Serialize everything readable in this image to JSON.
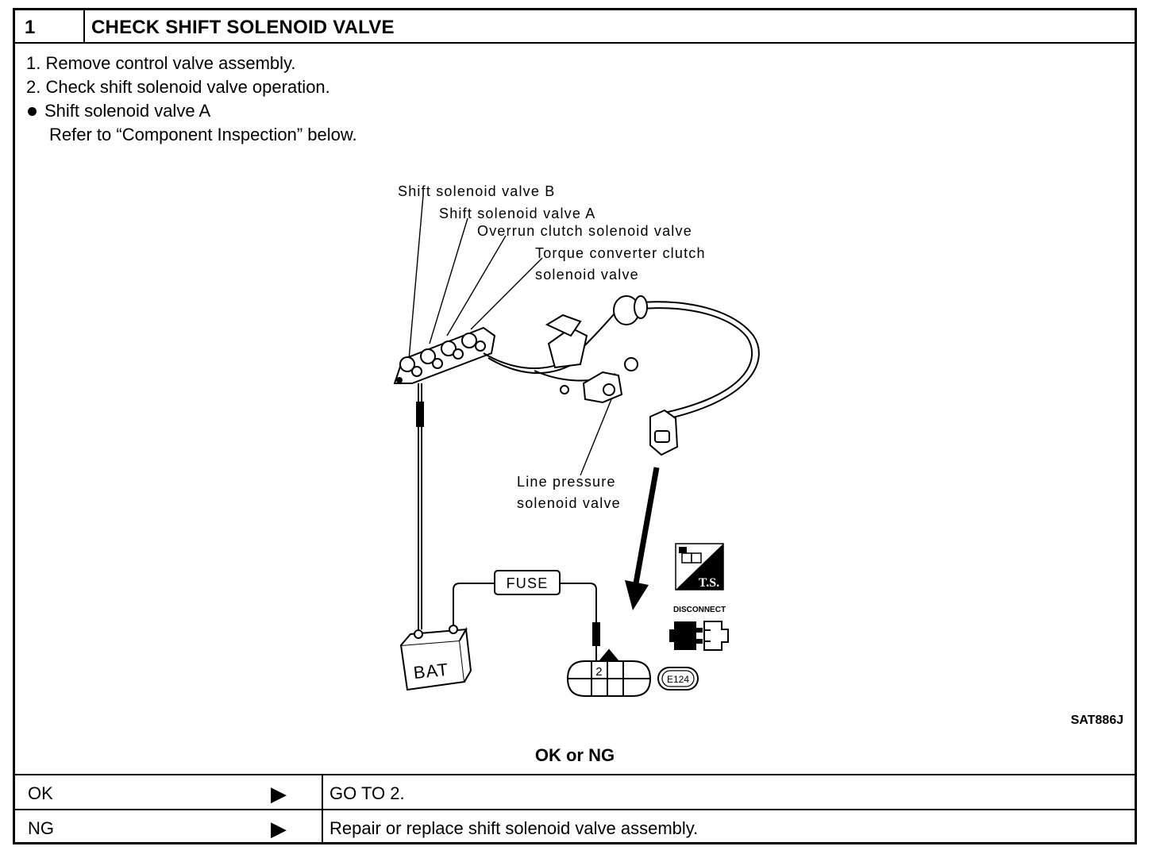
{
  "header": {
    "step_number": "1",
    "title": "CHECK SHIFT SOLENOID VALVE"
  },
  "steps": [
    "1.  Remove control valve assembly.",
    "2.  Check shift solenoid valve operation.",
    "Shift solenoid valve A",
    "Refer to “Component Inspection” below."
  ],
  "diagram": {
    "labels": {
      "valve_b": "Shift  solenoid  valve  B",
      "valve_a": "Shift  solenoid  valve  A",
      "overrun": "Overrun  clutch  solenoid  valve",
      "tcc_1": "Torque  converter  clutch",
      "tcc_2": "solenoid  valve",
      "line_1": "Line  pressure",
      "line_2": "solenoid  valve",
      "fuse": "FUSE",
      "bat": "BAT",
      "pin": "2",
      "connector": "E124",
      "ts": "T.S.",
      "disconnect": "DISCONNECT"
    },
    "icons": [
      "ts-icon",
      "disconnect-connector-icon",
      "battery-icon",
      "fuse-icon",
      "connector-icon"
    ],
    "figure_code": "SAT886J"
  },
  "decision": {
    "question": "OK or NG",
    "rows": [
      {
        "condition": "OK",
        "arrow_icon": "right-triangle-icon",
        "action": "GO TO 2."
      },
      {
        "condition": "NG",
        "arrow_icon": "right-triangle-icon",
        "action": "Repair or replace shift solenoid valve assembly."
      }
    ]
  }
}
